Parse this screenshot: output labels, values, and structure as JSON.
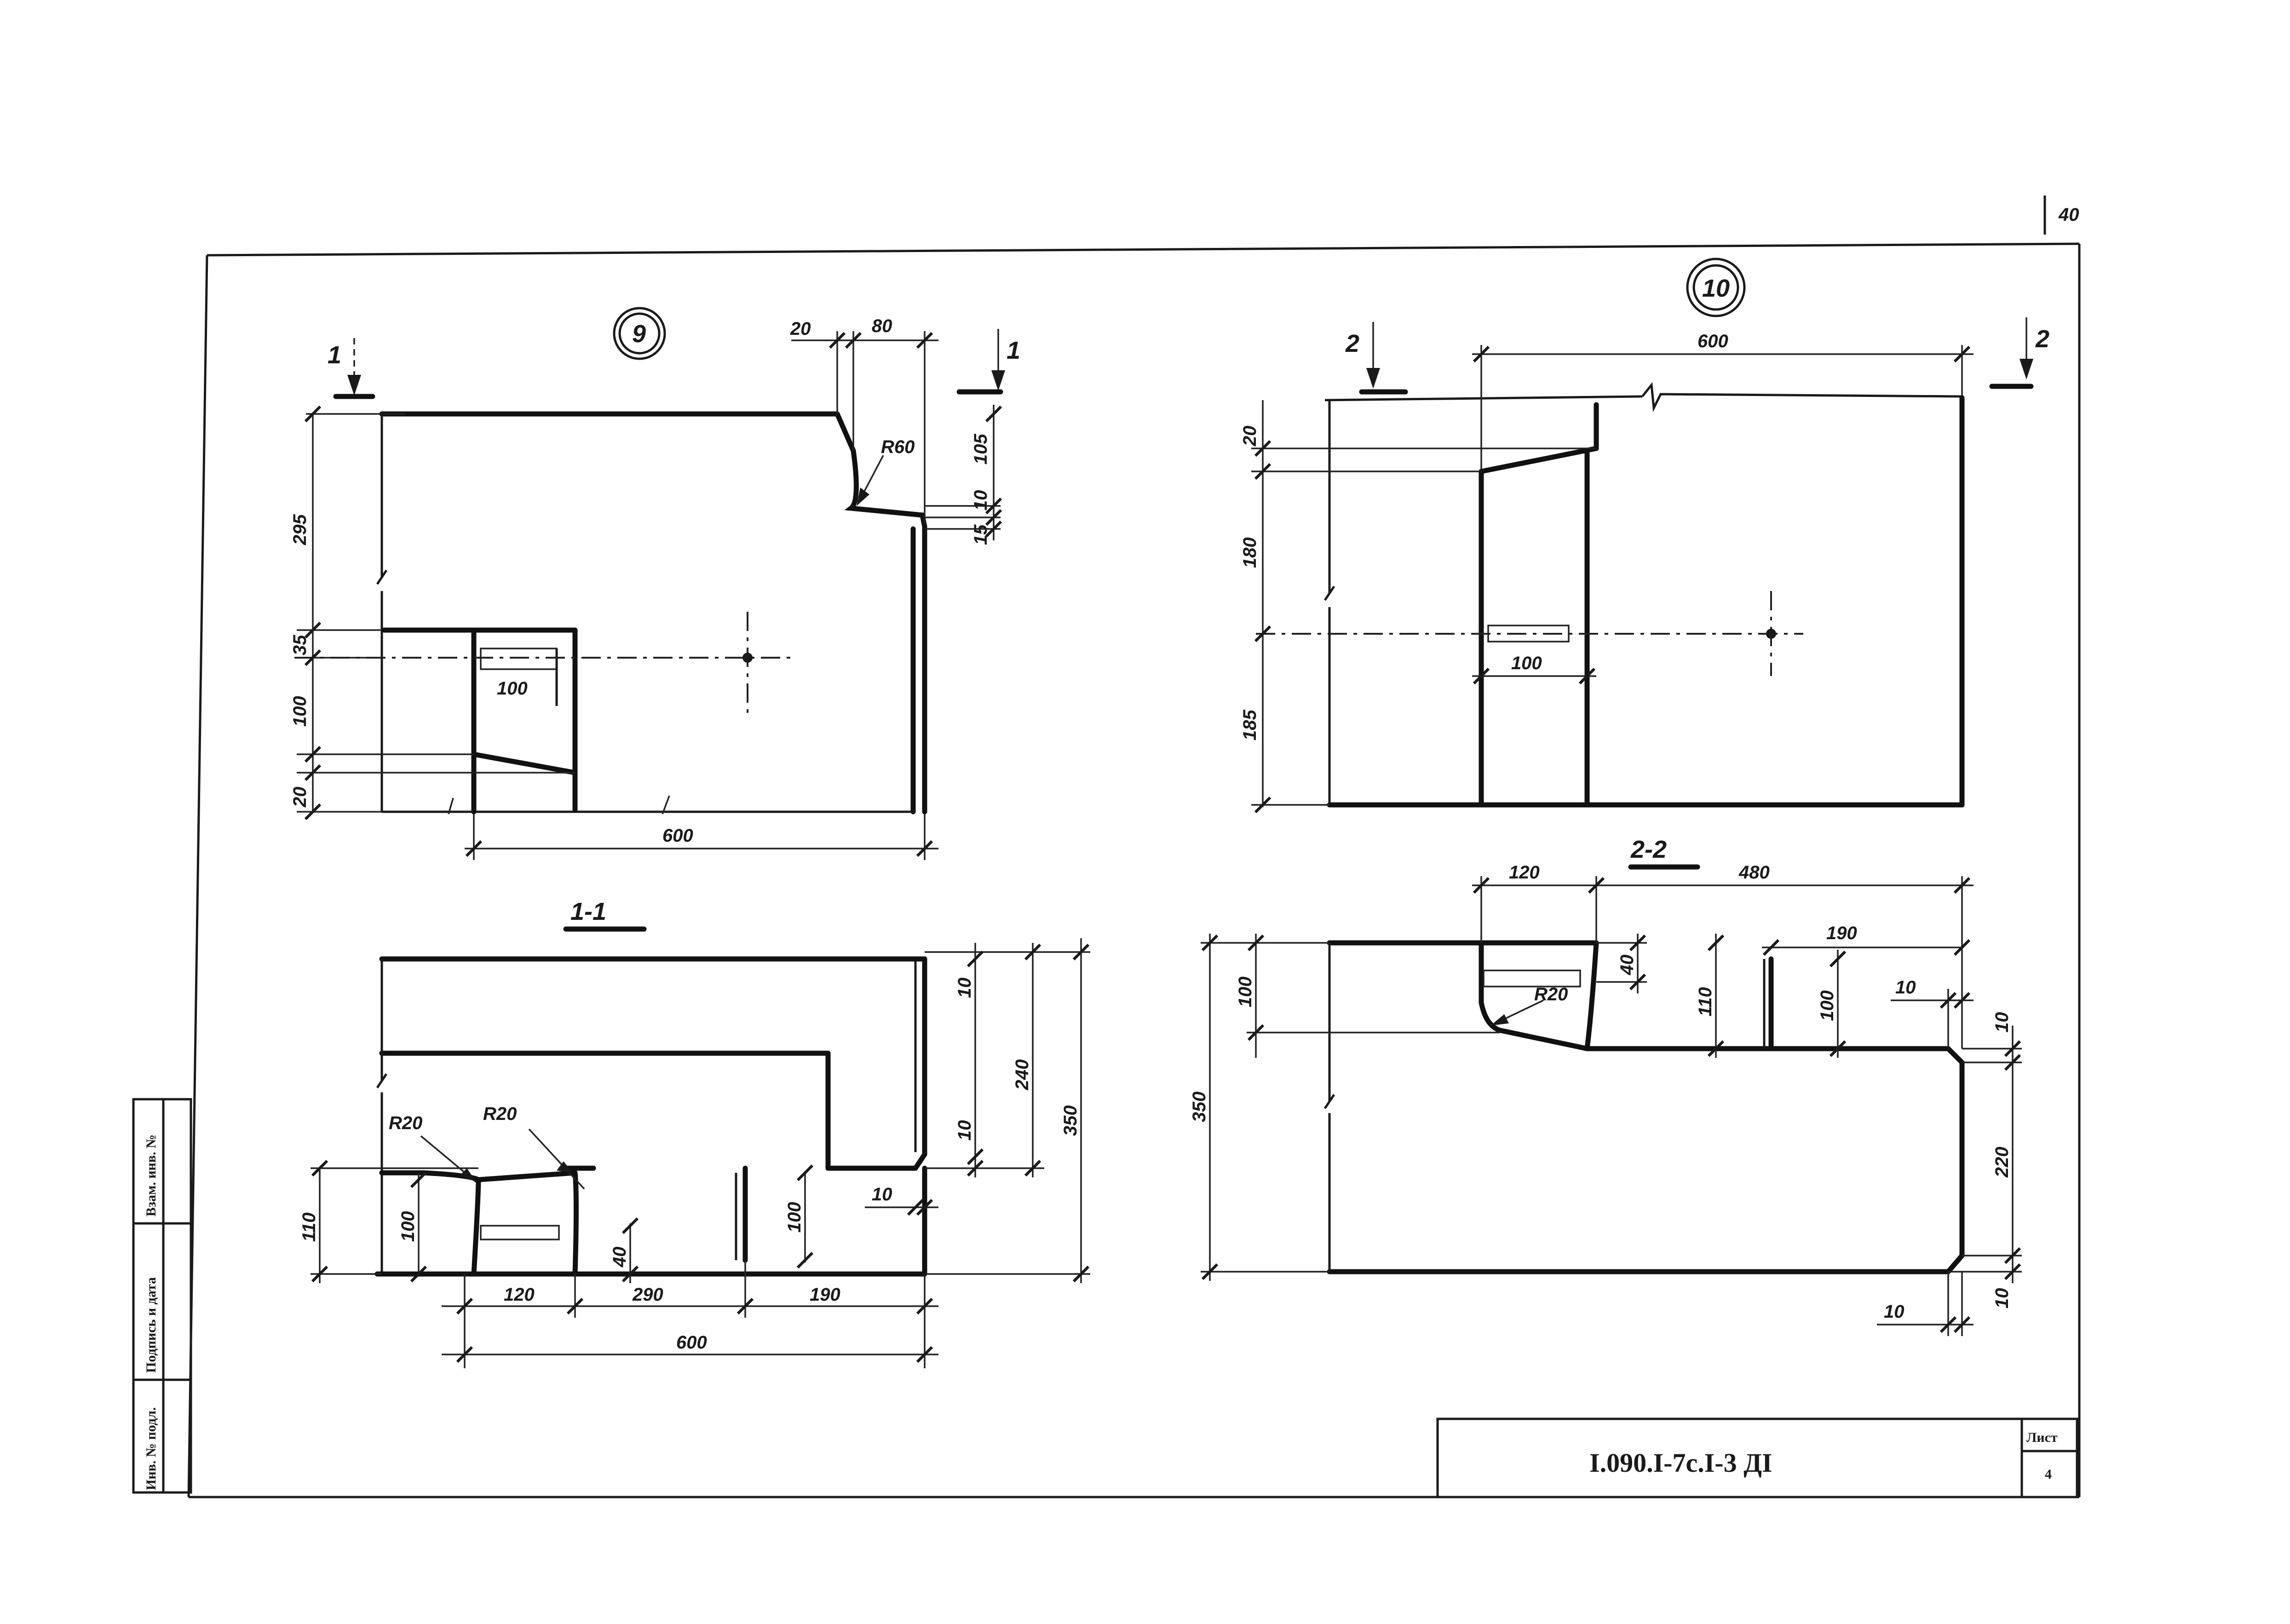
{
  "page_number": "40",
  "node_9": {
    "marker": "9",
    "section_label_left": "1",
    "section_label_right": "1",
    "dims": [
      "20",
      "80",
      "R60",
      "105",
      "10",
      "15",
      "295",
      "35",
      "100",
      "20",
      "100",
      "600"
    ]
  },
  "node_10": {
    "marker": "10",
    "section_label_left": "2",
    "section_label_right": "2",
    "dims": [
      "600",
      "20",
      "180",
      "185",
      "100"
    ]
  },
  "section_1_1": {
    "title": "1-1",
    "dims": [
      "R20",
      "R20",
      "10",
      "240",
      "350",
      "10",
      "110",
      "100",
      "10",
      "100",
      "40",
      "120",
      "290",
      "190",
      "600"
    ]
  },
  "section_2_2": {
    "title": "2-2",
    "dims": [
      "120",
      "480",
      "190",
      "40",
      "R20",
      "110",
      "100",
      "10",
      "10",
      "100",
      "350",
      "220",
      "10",
      "10"
    ]
  },
  "side_stamp": {
    "cells": [
      "Взам. инв. №",
      "Подпись и дата",
      "Инв. № подл."
    ]
  },
  "title_block": {
    "code": "I.090.I-7c.I-3 ДI",
    "sheet_label": "Лист",
    "sheet_number": "4"
  }
}
